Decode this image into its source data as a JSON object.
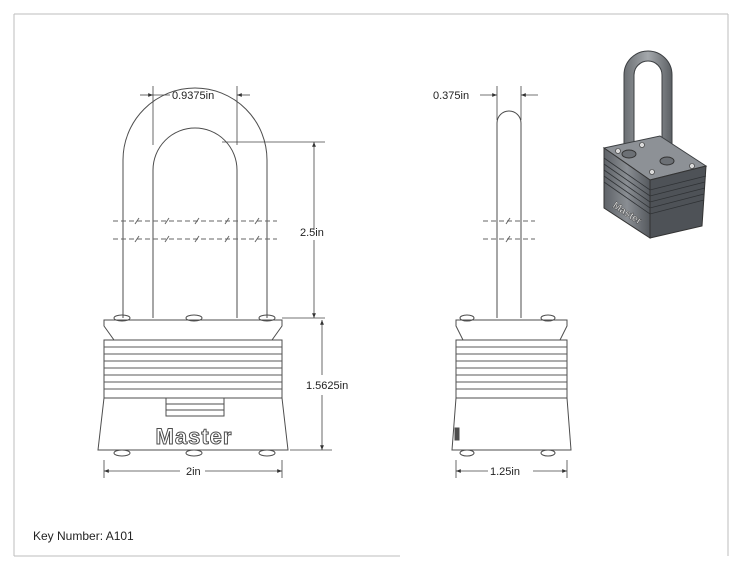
{
  "brand": "Master",
  "dimensions": {
    "shackle_inner_width": "0.9375in",
    "shackle_diameter": "0.375in",
    "shackle_clearance": "2.5in",
    "body_height": "1.5625in",
    "body_width": "2in",
    "body_thickness": "1.25in"
  },
  "key_number": "Key Number: A101",
  "colors": {
    "line": "#4d4d4d",
    "body": "#6f7378",
    "frame": "#bbbbbb"
  }
}
